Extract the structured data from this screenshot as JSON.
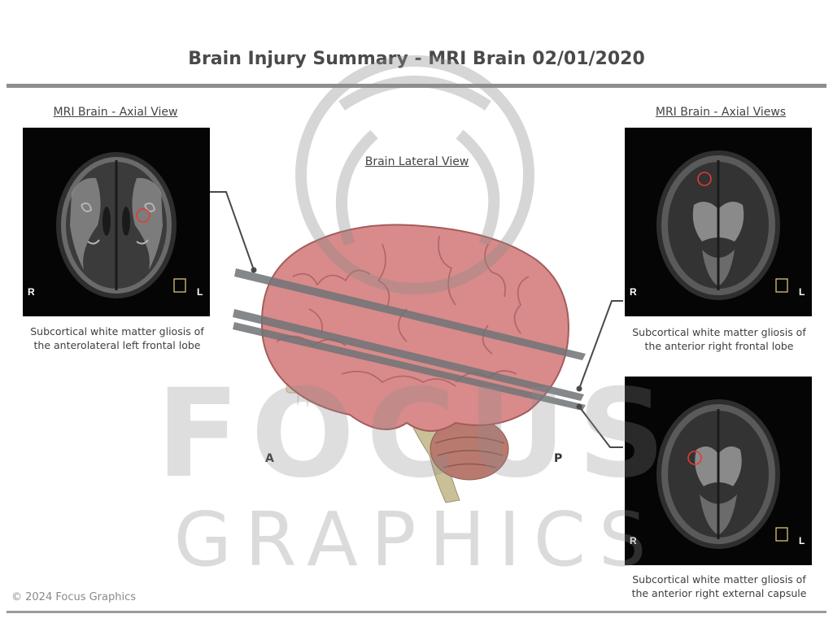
{
  "title": "Brain Injury Summary - MRI Brain 02/01/2020",
  "left_panel": {
    "heading": "MRI Brain - Axial View",
    "caption_line1": "Subcortical white matter gliosis of",
    "caption_line2": "the anterolateral left frontal lobe"
  },
  "center_panel": {
    "heading": "Brain Lateral View",
    "anterior_label": "A",
    "posterior_label": "P"
  },
  "right_panel": {
    "heading": "MRI Brain - Axial Views",
    "top_caption_line1": "Subcortical white matter gliosis of",
    "top_caption_line2": "the anterior right frontal lobe",
    "bottom_caption_line1": "Subcortical white matter gliosis of",
    "bottom_caption_line2": "the anterior right external capsule"
  },
  "scan_labels": {
    "right": "R",
    "left": "L"
  },
  "footer": "© 2024 Focus Graphics",
  "watermark": {
    "line1": "FOCUS",
    "line2": "GRAPHICS"
  },
  "colors": {
    "rule": "#8e8e8e",
    "brain": "#d98a8a",
    "lesion_marker": "#e53935",
    "slice_plane": "#6f7377"
  }
}
